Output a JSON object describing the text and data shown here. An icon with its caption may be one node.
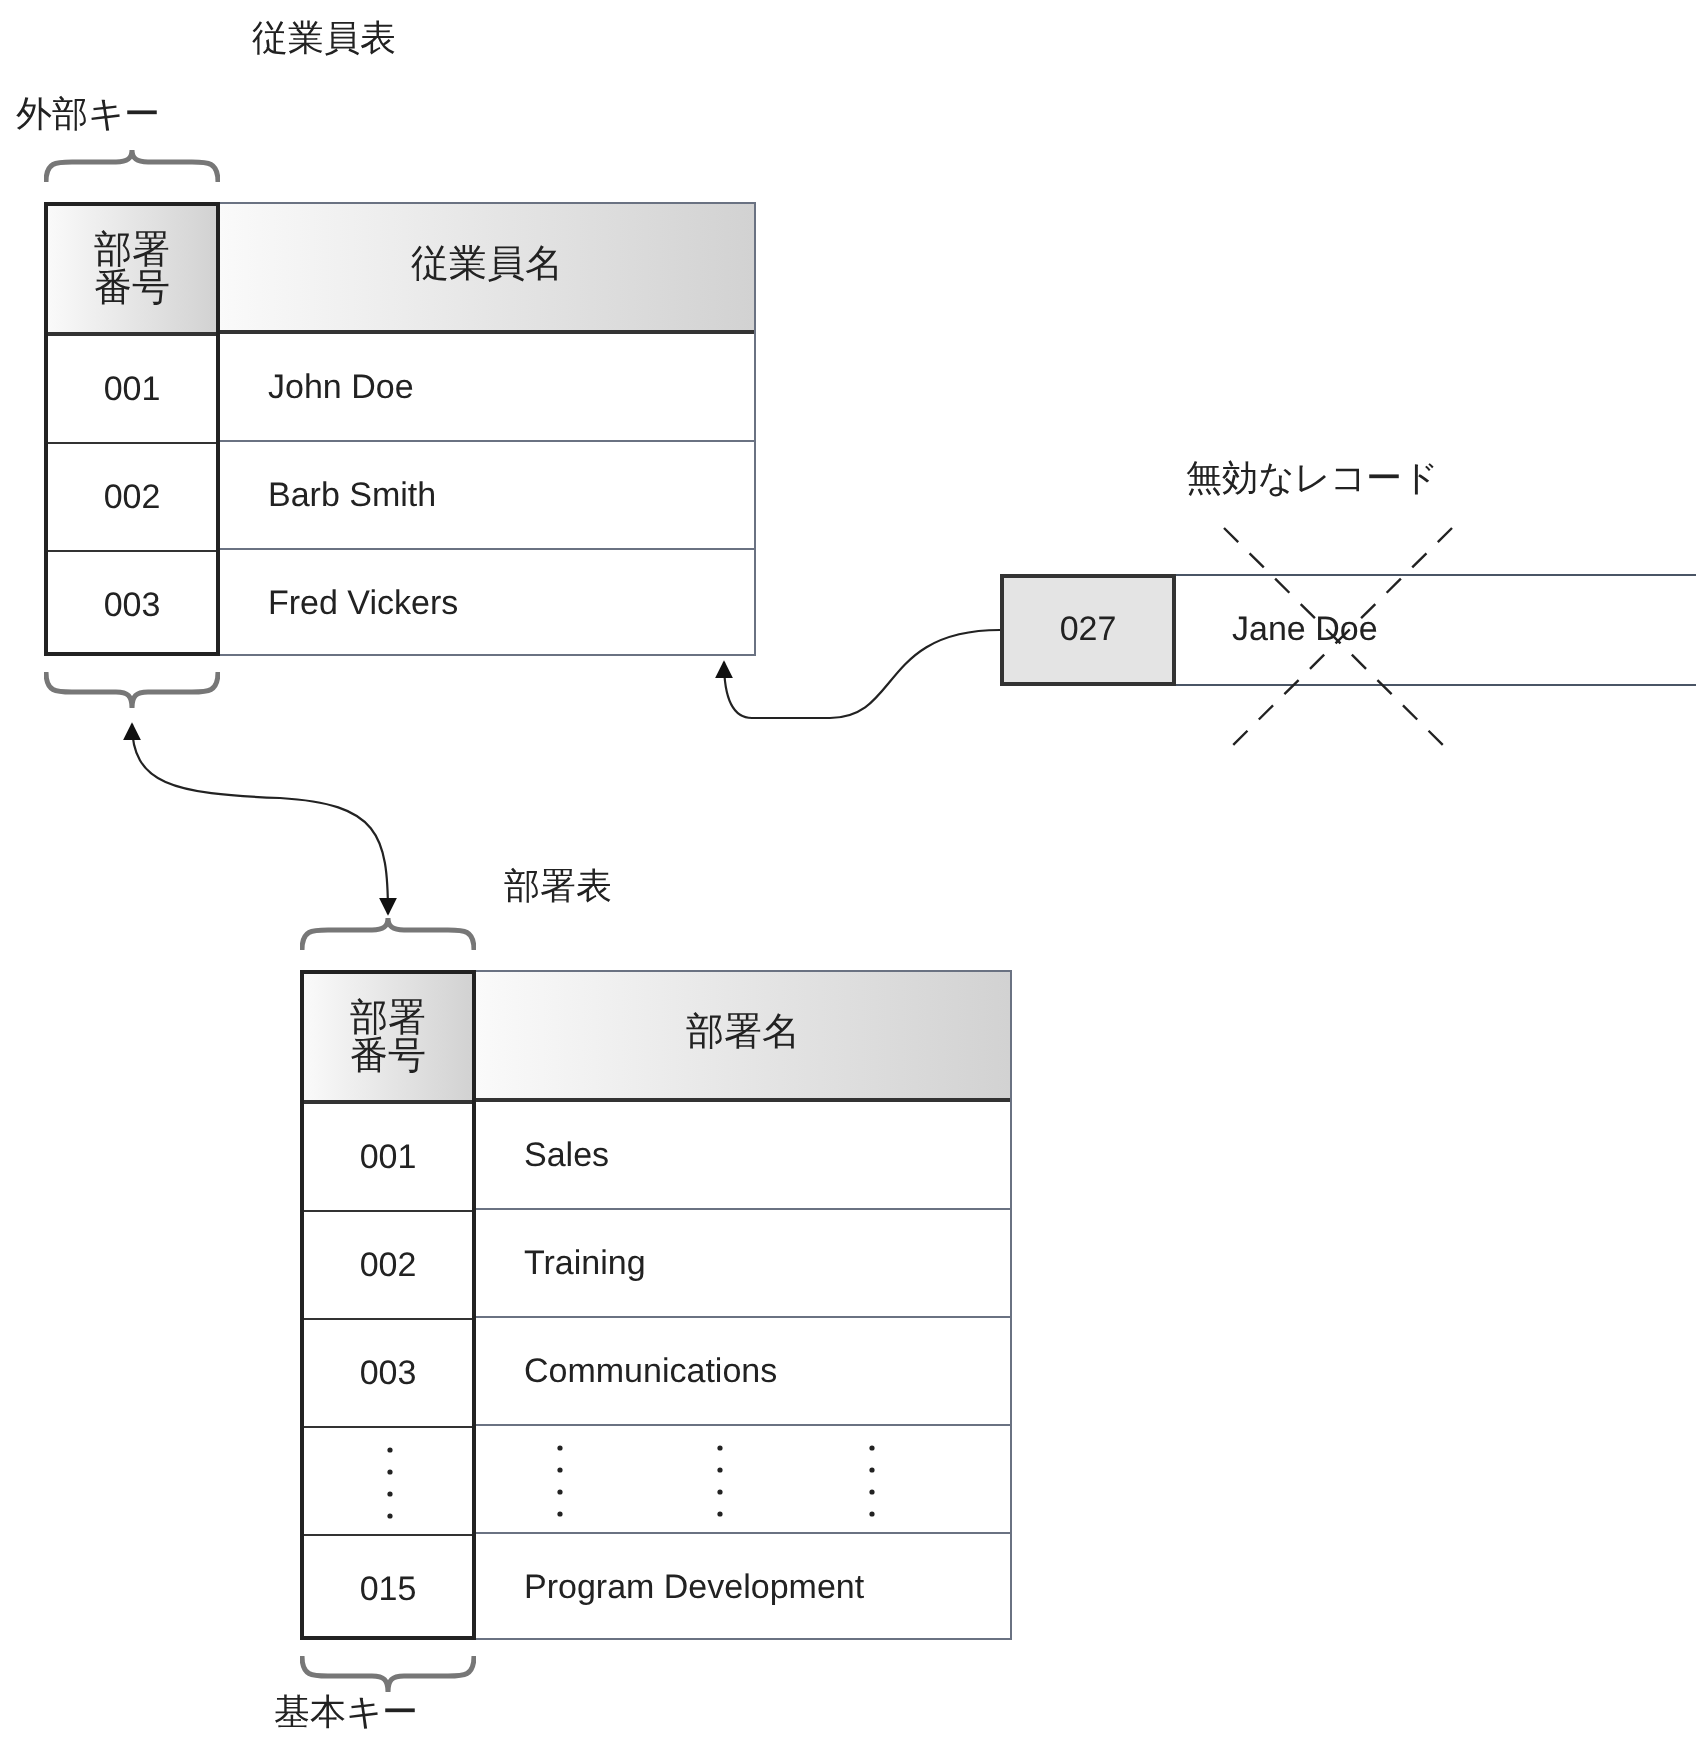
{
  "diagram": {
    "nodes": [
      {
        "text": [
          "従業員表"
        ]
      },
      {
        "text": [
          "部署番号",
          "001",
          "002",
          "003"
        ],
        "in": 0
      },
      {
        "text": [
          "従業員名",
          "John Doe",
          "Barb Smith",
          "Fred Vickers"
        ],
        "in": 0
      },
      {
        "text": [
          "無効なレコード"
        ]
      },
      {
        "text": [
          "027"
        ],
        "in": 3
      },
      {
        "text": [
          "Jane Doe"
        ],
        "in": 3
      },
      {
        "text": [
          "部署表"
        ]
      },
      {
        "text": [
          "部署番号",
          "001",
          "002",
          "003",
          "015"
        ],
        "in": 6
      },
      {
        "text": [
          "部署名",
          "Sales",
          "Training",
          "Communications",
          "Program Development"
        ],
        "in": 6
      }
    ],
    "edges": [
      {
        "from": 7,
        "to": 1,
        "arrow": "both"
      },
      {
        "from": 4,
        "to": 0,
        "arrow": "to"
      }
    ],
    "labels": [
      "外部キー",
      "基本キー"
    ]
  }
}
